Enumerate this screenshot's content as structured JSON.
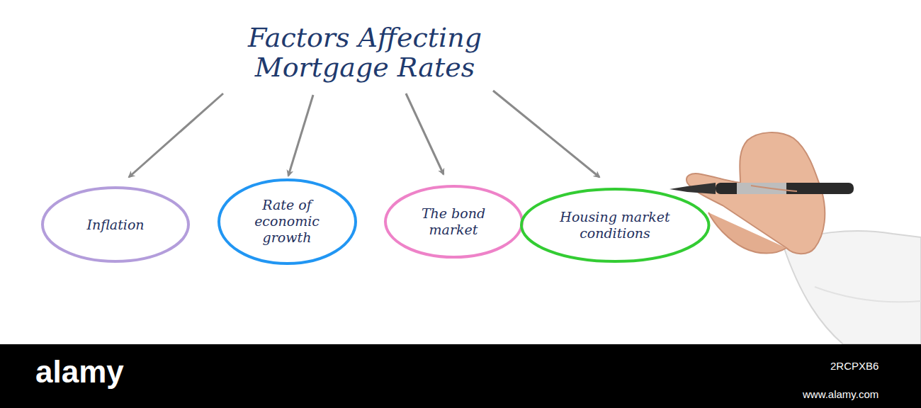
{
  "diagram": {
    "title": "Factors Affecting Mortgage Rates",
    "nodes": [
      {
        "text": [
          "Inflation"
        ]
      },
      {
        "text": [
          "Rate of economic growth"
        ]
      },
      {
        "text": [
          "The bond market"
        ]
      },
      {
        "text": [
          "Housing market conditions"
        ]
      }
    ],
    "labels": [
      "alamy",
      "2RCPXB6",
      "www.alamy.com"
    ]
  }
}
